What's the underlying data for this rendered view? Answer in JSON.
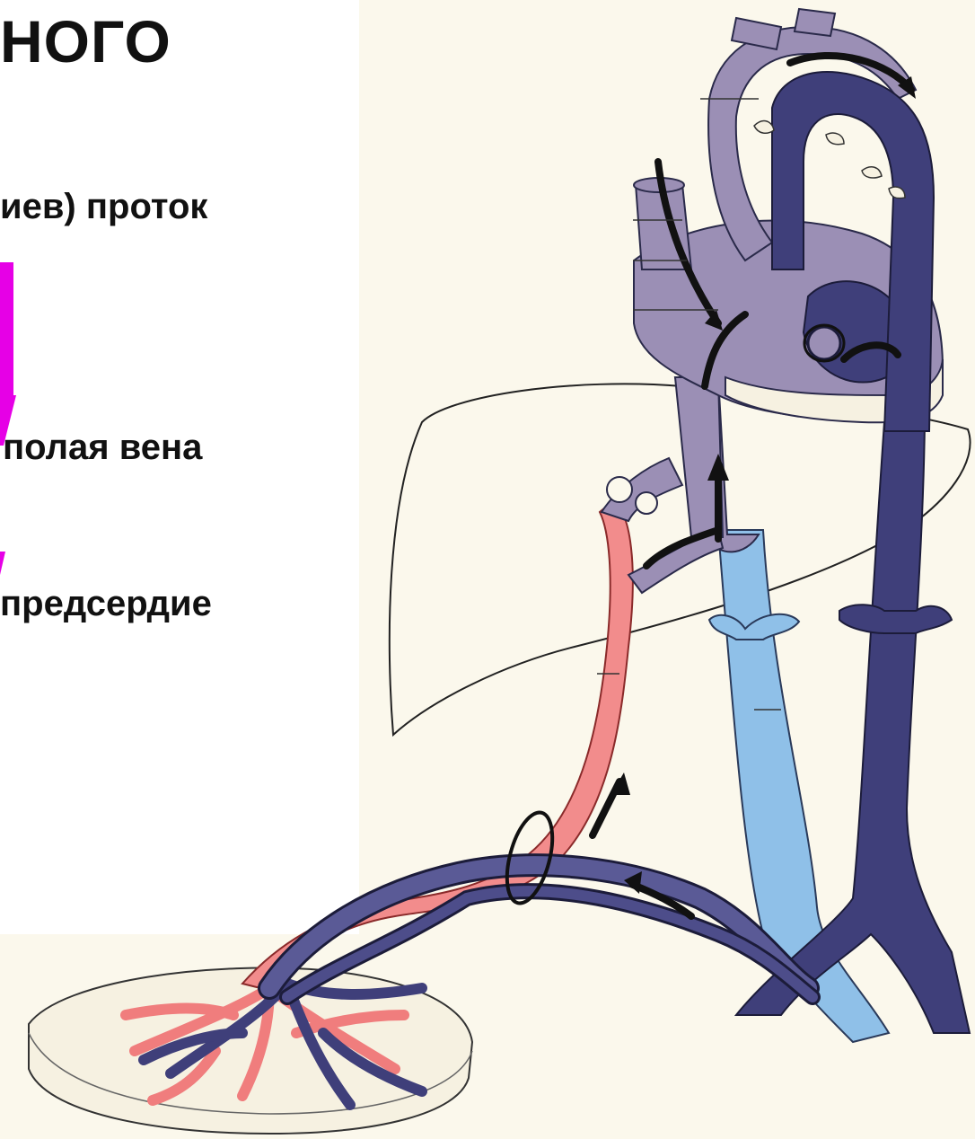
{
  "slide": {
    "title": "НОГО",
    "lines": [
      "иев) проток",
      "полая вена",
      "предсердие"
    ]
  },
  "colors": {
    "accent_arrow": "#e600e6",
    "umbilical_vein": "#f28c8c",
    "deoxygenated": "#3f3f7a",
    "mixed": "#9b8fb5",
    "vena_cava_lower": "#8fc0e8",
    "paper_bg": "#fbf8ec"
  }
}
